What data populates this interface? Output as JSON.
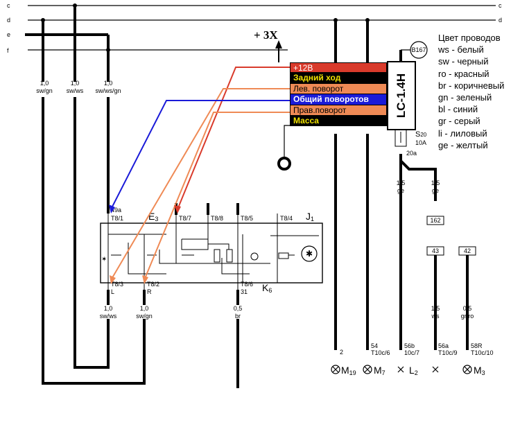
{
  "bus_labels": {
    "c": "c",
    "d": "d",
    "e": "e",
    "f": "f"
  },
  "plus_label": "+ 3X",
  "b167_label": "B167",
  "relay": {
    "name": "LC-1.4H",
    "rows": [
      {
        "text": "+12В",
        "style": "red"
      },
      {
        "text": "Задний ход",
        "style": "black"
      },
      {
        "text": "Лев. поворот",
        "style": "orange"
      },
      {
        "text": "Общий поворотов",
        "style": "blue"
      },
      {
        "text": "Прав.поворот",
        "style": "orange"
      },
      {
        "text": "Масса",
        "style": "black"
      }
    ]
  },
  "legend": {
    "title": "Цвет проводов",
    "items": [
      "ws - белый",
      "sw - черный",
      "ro - красный",
      "br - коричневый",
      "gn - зеленый",
      "bl - синий",
      "gr - серый",
      "li - лиловый",
      "ge - желтый"
    ]
  },
  "fuse": {
    "name": "S",
    "num": "20",
    "rating": "10A",
    "pin": "20a"
  },
  "top_wires": [
    {
      "size": "1,0",
      "color": "sw/gn"
    },
    {
      "size": "1,0",
      "color": "sw/ws"
    },
    {
      "size": "1,0",
      "color": "sw/ws/gn"
    }
  ],
  "e3": {
    "name": "E",
    "sub": "3"
  },
  "j1": {
    "name": "J",
    "sub": "1"
  },
  "k6": {
    "name": "K",
    "sub": "6"
  },
  "pins_top": [
    "49a",
    "T8/1",
    "T8/7",
    "T8/8",
    "T8/5",
    "T8/4"
  ],
  "pins_bottom": [
    {
      "pin": "T8/3",
      "side": "L"
    },
    {
      "pin": "T8/2",
      "side": "R"
    },
    {
      "pin": "T8/6",
      "side": "31"
    }
  ],
  "bottom_wires": [
    {
      "size": "1,0",
      "color": "sw/ws"
    },
    {
      "size": "1,0",
      "color": "sw/gn"
    },
    {
      "size": "0,5",
      "color": "br"
    }
  ],
  "right_wires": [
    {
      "size": "1,5",
      "color": "ge"
    },
    {
      "size": "1,5",
      "color": "ge"
    },
    {
      "size": "1,5",
      "color": "ws"
    },
    {
      "size": "0,5",
      "color": "gr/ro"
    }
  ],
  "boxes": [
    "162",
    "43",
    "42"
  ],
  "lamp_pins": [
    {
      "a": "2",
      "b": ""
    },
    {
      "a": "54",
      "b": "T10c/6"
    },
    {
      "a": "56b",
      "b": "10c/7"
    },
    {
      "a": "56a",
      "b": "T10c/9"
    },
    {
      "a": "58R",
      "b": "T10c/10"
    }
  ],
  "lamps": [
    {
      "name": "M",
      "sub": "19"
    },
    {
      "name": "M",
      "sub": "7"
    },
    {
      "name": "L",
      "sub": "2"
    },
    {
      "name": "M",
      "sub": "3"
    }
  ],
  "colors": {
    "red": "#d93a2b",
    "orange": "#ef8a55",
    "blue": "#1a1ad8",
    "yellow": "#f2e300"
  }
}
